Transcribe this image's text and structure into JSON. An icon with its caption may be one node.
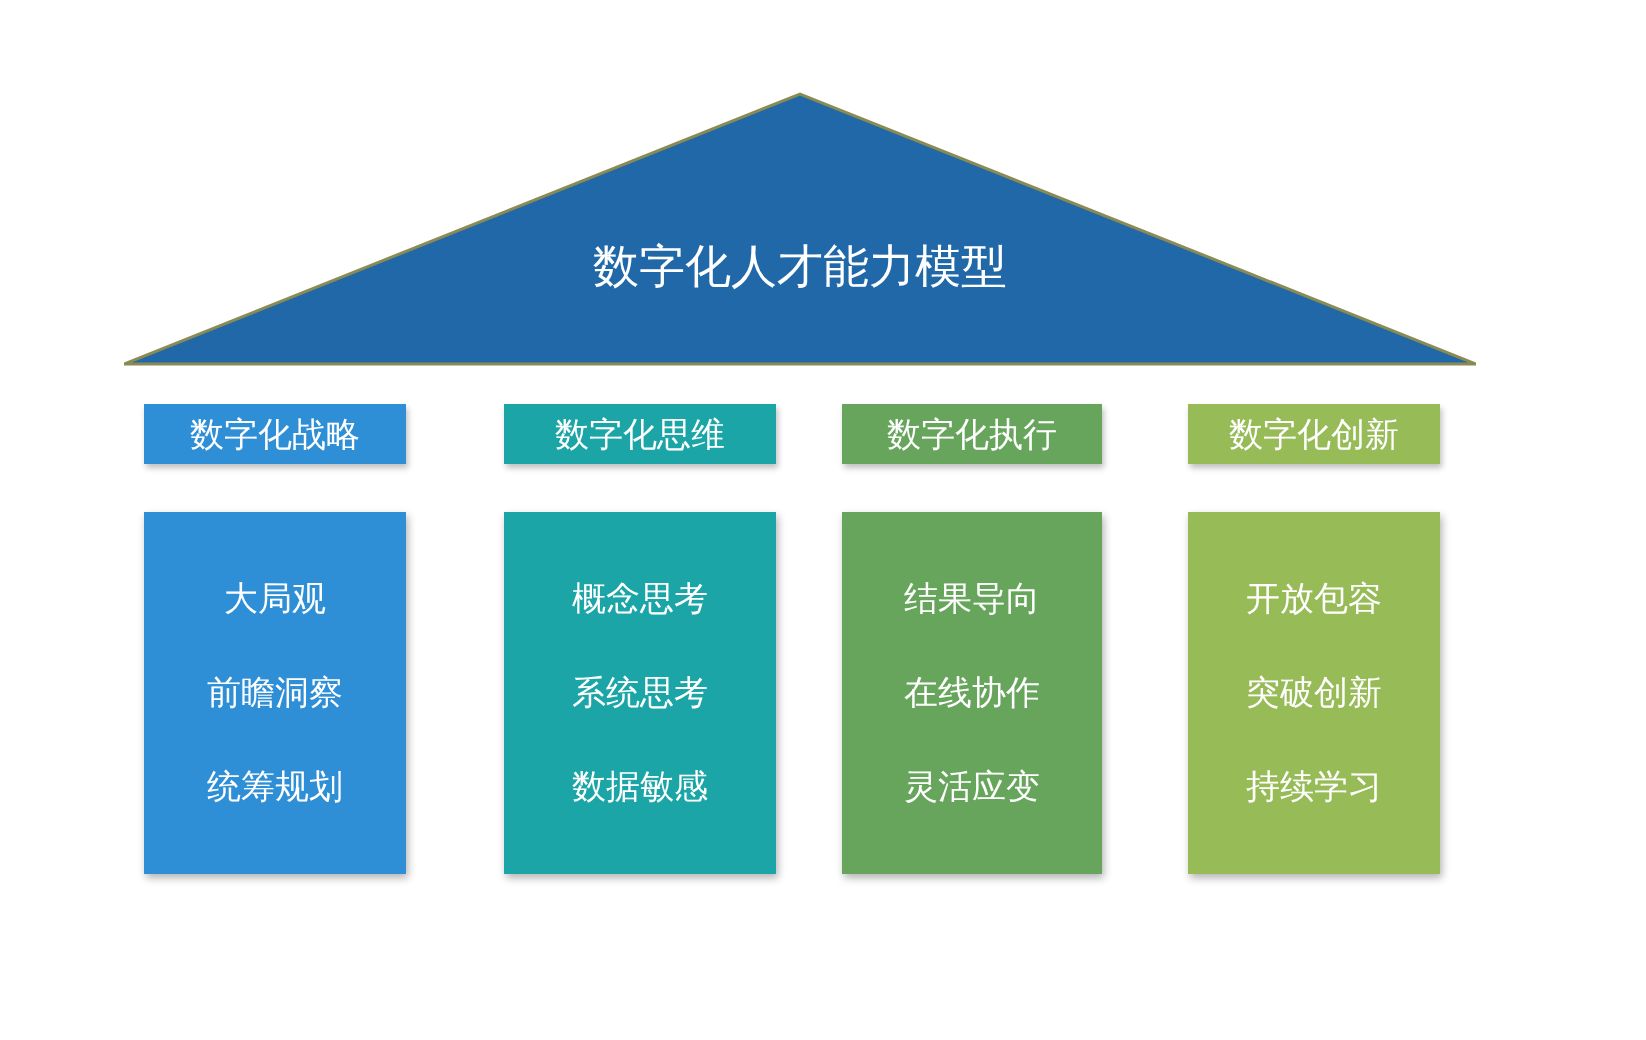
{
  "diagram": {
    "nodes": [
      {
        "text": [
          "数字化人才能力模型"
        ]
      },
      {
        "text": [
          "数字化战略"
        ]
      },
      {
        "text": [
          "数字化思维"
        ]
      },
      {
        "text": [
          "数字化执行"
        ]
      },
      {
        "text": [
          "数字化创新"
        ]
      },
      {
        "text": [
          "大局观",
          "前瞻洞察",
          "统筹规划"
        ]
      },
      {
        "text": [
          "概念思考",
          "系统思考",
          "数据敏感"
        ]
      },
      {
        "text": [
          "结果导向",
          "在线协作",
          "灵活应变"
        ]
      },
      {
        "text": [
          "开放包容",
          "突破创新",
          "持续学习"
        ]
      }
    ]
  }
}
